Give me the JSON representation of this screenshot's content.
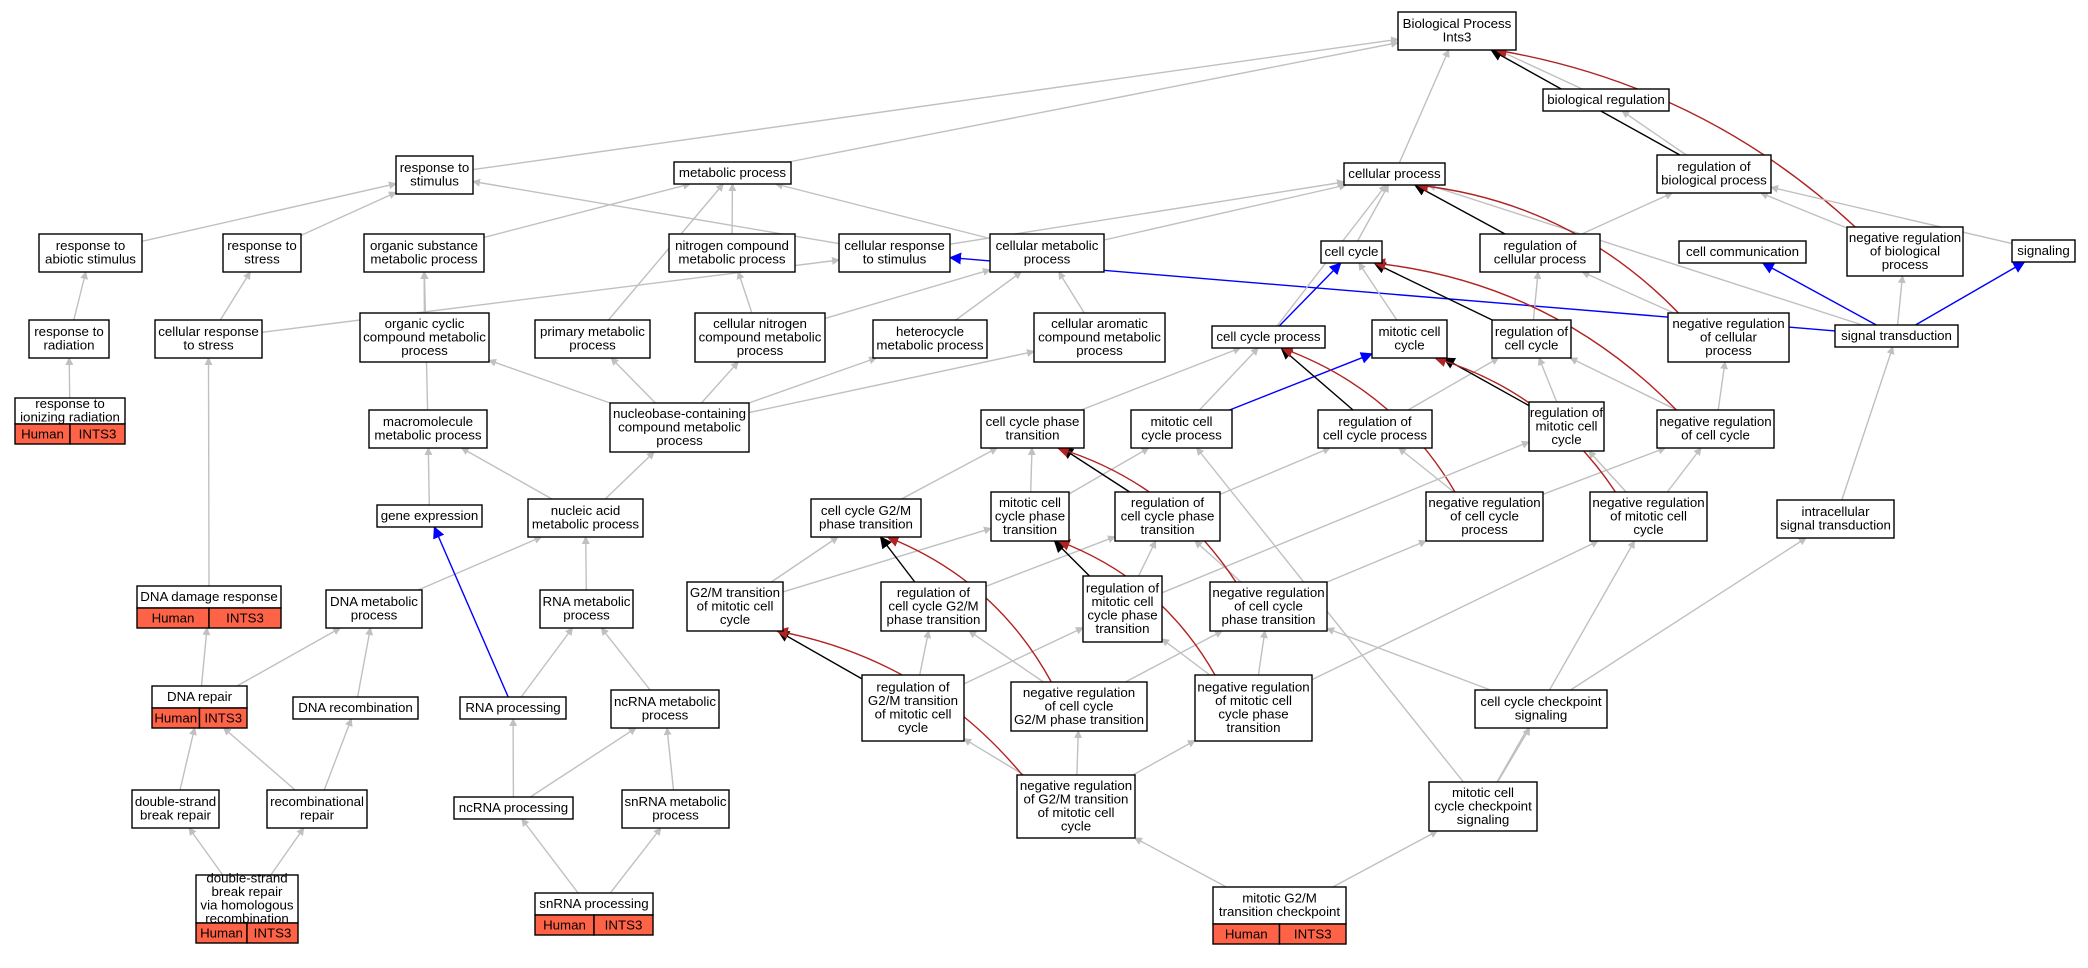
{
  "colors": {
    "is_a": "#c0c0c0",
    "part_of": "#000000",
    "regulates": "#0000ff",
    "negatively_regulates": "#b22222",
    "annotation_tag": "#ff6347"
  },
  "edge_kinds": [
    "is_a",
    "part_of",
    "regulates",
    "negatively_regulates"
  ],
  "nodes": [
    {
      "id": "bp",
      "lines": [
        "Biological Process",
        "Ints3"
      ]
    },
    {
      "id": "biolreg",
      "lines": [
        "biological regulation"
      ]
    },
    {
      "id": "regbio",
      "lines": [
        "regulation of",
        "biological process"
      ]
    },
    {
      "id": "negregbio",
      "lines": [
        "negative regulation",
        "of biological",
        "process"
      ]
    },
    {
      "id": "signaling",
      "lines": [
        "signaling"
      ]
    },
    {
      "id": "cellcomm",
      "lines": [
        "cell communication"
      ]
    },
    {
      "id": "sigtrans",
      "lines": [
        "signal transduction"
      ]
    },
    {
      "id": "intrasig",
      "lines": [
        "intracellular",
        "signal transduction"
      ]
    },
    {
      "id": "cellular",
      "lines": [
        "cellular process"
      ]
    },
    {
      "id": "resp",
      "lines": [
        "response to",
        "stimulus"
      ]
    },
    {
      "id": "metab",
      "lines": [
        "metabolic process"
      ]
    },
    {
      "id": "respabio",
      "lines": [
        "response to",
        "abiotic stimulus"
      ]
    },
    {
      "id": "respstress",
      "lines": [
        "response to",
        "stress"
      ]
    },
    {
      "id": "orgsub",
      "lines": [
        "organic substance",
        "metabolic process"
      ]
    },
    {
      "id": "nitro",
      "lines": [
        "nitrogen compound",
        "metabolic process"
      ]
    },
    {
      "id": "cellresp",
      "lines": [
        "cellular response",
        "to stimulus"
      ]
    },
    {
      "id": "cellmetab",
      "lines": [
        "cellular metabolic",
        "process"
      ]
    },
    {
      "id": "cellcycle",
      "lines": [
        "cell cycle"
      ]
    },
    {
      "id": "regcell",
      "lines": [
        "regulation of",
        "cellular process"
      ]
    },
    {
      "id": "resprad",
      "lines": [
        "response to",
        "radiation"
      ]
    },
    {
      "id": "cellrespstress",
      "lines": [
        "cellular response",
        "to stress"
      ]
    },
    {
      "id": "orgcyc",
      "lines": [
        "organic cyclic",
        "compound metabolic",
        "process"
      ]
    },
    {
      "id": "primary",
      "lines": [
        "primary metabolic",
        "process"
      ]
    },
    {
      "id": "cellnitro",
      "lines": [
        "cellular nitrogen",
        "compound metabolic",
        "process"
      ]
    },
    {
      "id": "hetero",
      "lines": [
        "heterocycle",
        "metabolic process"
      ]
    },
    {
      "id": "cellarom",
      "lines": [
        "cellular aromatic",
        "compound metabolic",
        "process"
      ]
    },
    {
      "id": "ccproc",
      "lines": [
        "cell cycle process"
      ]
    },
    {
      "id": "mitcc",
      "lines": [
        "mitotic cell",
        "cycle"
      ]
    },
    {
      "id": "regcc",
      "lines": [
        "regulation of",
        "cell cycle"
      ]
    },
    {
      "id": "negregcell",
      "lines": [
        "negative regulation",
        "of cellular",
        "process"
      ]
    },
    {
      "id": "respion",
      "lines": [
        "response to",
        "ionizing radiation"
      ],
      "tag": [
        "Human",
        "INTS3"
      ]
    },
    {
      "id": "macro",
      "lines": [
        "macromolecule",
        "metabolic process"
      ]
    },
    {
      "id": "nucbase",
      "lines": [
        "nucleobase-containing",
        "compound metabolic",
        "process"
      ]
    },
    {
      "id": "ccphase",
      "lines": [
        "cell cycle phase",
        "transition"
      ]
    },
    {
      "id": "mitccproc",
      "lines": [
        "mitotic cell",
        "cycle process"
      ]
    },
    {
      "id": "regccproc",
      "lines": [
        "regulation of",
        "cell cycle process"
      ]
    },
    {
      "id": "regmitcc",
      "lines": [
        "regulation of",
        "mitotic cell",
        "cycle"
      ]
    },
    {
      "id": "negregcc",
      "lines": [
        "negative regulation",
        "of cell cycle"
      ]
    },
    {
      "id": "geneexp",
      "lines": [
        "gene expression"
      ]
    },
    {
      "id": "nucacid",
      "lines": [
        "nucleic acid",
        "metabolic process"
      ]
    },
    {
      "id": "ccg2m",
      "lines": [
        "cell cycle G2/M",
        "phase transition"
      ]
    },
    {
      "id": "mitccphase",
      "lines": [
        "mitotic cell",
        "cycle phase",
        "transition"
      ]
    },
    {
      "id": "regccphase",
      "lines": [
        "regulation of",
        "cell cycle phase",
        "transition"
      ]
    },
    {
      "id": "negregccproc",
      "lines": [
        "negative regulation",
        "of cell cycle",
        "process"
      ]
    },
    {
      "id": "negregmitcc",
      "lines": [
        "negative regulation",
        "of mitotic cell",
        "cycle"
      ]
    },
    {
      "id": "dnadamage",
      "lines": [
        "DNA damage response"
      ],
      "tag": [
        "Human",
        "INTS3"
      ]
    },
    {
      "id": "dnametab",
      "lines": [
        "DNA metabolic",
        "process"
      ]
    },
    {
      "id": "rnametab",
      "lines": [
        "RNA metabolic",
        "process"
      ]
    },
    {
      "id": "g2mtrans",
      "lines": [
        "G2/M transition",
        "of mitotic cell",
        "cycle"
      ]
    },
    {
      "id": "regccg2m",
      "lines": [
        "regulation of",
        "cell cycle G2/M",
        "phase transition"
      ]
    },
    {
      "id": "regmitccphase",
      "lines": [
        "regulation of",
        "mitotic cell",
        "cycle phase",
        "transition"
      ]
    },
    {
      "id": "negregccphase",
      "lines": [
        "negative regulation",
        "of cell cycle",
        "phase transition"
      ]
    },
    {
      "id": "dnarepair",
      "lines": [
        "DNA repair"
      ],
      "tag": [
        "Human",
        "INTS3"
      ]
    },
    {
      "id": "dnarecomb",
      "lines": [
        "DNA recombination"
      ]
    },
    {
      "id": "rnaproc",
      "lines": [
        "RNA processing"
      ]
    },
    {
      "id": "ncrnametab",
      "lines": [
        "ncRNA metabolic",
        "process"
      ]
    },
    {
      "id": "regg2mmit",
      "lines": [
        "regulation of",
        "G2/M transition",
        "of mitotic cell",
        "cycle"
      ]
    },
    {
      "id": "negregccg2m",
      "lines": [
        "negative regulation",
        "of cell cycle",
        "G2/M phase transition"
      ]
    },
    {
      "id": "negregmitccphase",
      "lines": [
        "negative regulation",
        "of mitotic cell",
        "cycle phase",
        "transition"
      ]
    },
    {
      "id": "ccchecksig",
      "lines": [
        "cell cycle checkpoint",
        "signaling"
      ]
    },
    {
      "id": "dsbrepair",
      "lines": [
        "double-strand",
        "break repair"
      ]
    },
    {
      "id": "recombrep",
      "lines": [
        "recombinational",
        "repair"
      ]
    },
    {
      "id": "ncrnaproc",
      "lines": [
        "ncRNA processing"
      ]
    },
    {
      "id": "snrnametab",
      "lines": [
        "snRNA metabolic",
        "process"
      ]
    },
    {
      "id": "negregg2mmit",
      "lines": [
        "negative regulation",
        "of G2/M transition",
        "of mitotic cell",
        "cycle"
      ]
    },
    {
      "id": "mitccchecksig",
      "lines": [
        "mitotic cell",
        "cycle checkpoint",
        "signaling"
      ]
    },
    {
      "id": "dsbhomol",
      "lines": [
        "double-strand",
        "break repair",
        "via homologous",
        "recombination"
      ],
      "tag": [
        "Human",
        "INTS3"
      ]
    },
    {
      "id": "snrnaproc",
      "lines": [
        "snRNA processing"
      ],
      "tag": [
        "Human",
        "INTS3"
      ]
    },
    {
      "id": "mitg2mcheck",
      "lines": [
        "mitotic G2/M",
        "transition checkpoint"
      ],
      "tag": [
        "Human",
        "INTS3"
      ]
    }
  ],
  "edges": [
    {
      "from": "biolreg",
      "to": "bp",
      "kind": "is_a"
    },
    {
      "from": "regbio",
      "to": "biolreg",
      "kind": "is_a"
    },
    {
      "from": "regbio",
      "to": "bp",
      "kind": "part_of"
    },
    {
      "from": "negregbio",
      "to": "regbio",
      "kind": "is_a"
    },
    {
      "from": "negregbio",
      "to": "bp",
      "kind": "negatively_regulates"
    },
    {
      "from": "signaling",
      "to": "regbio",
      "kind": "is_a"
    },
    {
      "from": "sigtrans",
      "to": "signaling",
      "kind": "regulates"
    },
    {
      "from": "sigtrans",
      "to": "cellcomm",
      "kind": "regulates"
    },
    {
      "from": "sigtrans",
      "to": "cellresp",
      "kind": "regulates"
    },
    {
      "from": "sigtrans",
      "to": "negregbio",
      "kind": "is_a"
    },
    {
      "from": "sigtrans",
      "to": "cellular",
      "kind": "is_a"
    },
    {
      "from": "intrasig",
      "to": "sigtrans",
      "kind": "is_a"
    },
    {
      "from": "cellular",
      "to": "bp",
      "kind": "is_a"
    },
    {
      "from": "resp",
      "to": "bp",
      "kind": "is_a"
    },
    {
      "from": "metab",
      "to": "bp",
      "kind": "is_a"
    },
    {
      "from": "respabio",
      "to": "resp",
      "kind": "is_a"
    },
    {
      "from": "respstress",
      "to": "resp",
      "kind": "is_a"
    },
    {
      "from": "orgsub",
      "to": "metab",
      "kind": "is_a"
    },
    {
      "from": "nitro",
      "to": "metab",
      "kind": "is_a"
    },
    {
      "from": "cellresp",
      "to": "resp",
      "kind": "is_a"
    },
    {
      "from": "cellresp",
      "to": "cellular",
      "kind": "is_a"
    },
    {
      "from": "cellmetab",
      "to": "metab",
      "kind": "is_a"
    },
    {
      "from": "cellmetab",
      "to": "cellular",
      "kind": "is_a"
    },
    {
      "from": "cellcycle",
      "to": "cellular",
      "kind": "is_a"
    },
    {
      "from": "regcell",
      "to": "cellular",
      "kind": "part_of"
    },
    {
      "from": "regcell",
      "to": "regbio",
      "kind": "is_a"
    },
    {
      "from": "resprad",
      "to": "respabio",
      "kind": "is_a"
    },
    {
      "from": "cellrespstress",
      "to": "respstress",
      "kind": "is_a"
    },
    {
      "from": "cellrespstress",
      "to": "cellresp",
      "kind": "is_a"
    },
    {
      "from": "orgcyc",
      "to": "orgsub",
      "kind": "is_a"
    },
    {
      "from": "primary",
      "to": "metab",
      "kind": "is_a"
    },
    {
      "from": "cellnitro",
      "to": "nitro",
      "kind": "is_a"
    },
    {
      "from": "cellnitro",
      "to": "cellmetab",
      "kind": "is_a"
    },
    {
      "from": "hetero",
      "to": "cellmetab",
      "kind": "is_a"
    },
    {
      "from": "cellarom",
      "to": "cellmetab",
      "kind": "is_a"
    },
    {
      "from": "ccproc",
      "to": "cellcycle",
      "kind": "regulates"
    },
    {
      "from": "ccproc",
      "to": "cellular",
      "kind": "is_a"
    },
    {
      "from": "mitcc",
      "to": "cellcycle",
      "kind": "is_a"
    },
    {
      "from": "regcc",
      "to": "cellcycle",
      "kind": "part_of"
    },
    {
      "from": "regcc",
      "to": "regcell",
      "kind": "is_a"
    },
    {
      "from": "negregcell",
      "to": "regcell",
      "kind": "is_a"
    },
    {
      "from": "negregcell",
      "to": "cellular",
      "kind": "negatively_regulates"
    },
    {
      "from": "respion",
      "to": "resprad",
      "kind": "is_a"
    },
    {
      "from": "macro",
      "to": "orgsub",
      "kind": "is_a"
    },
    {
      "from": "nucbase",
      "to": "orgcyc",
      "kind": "is_a"
    },
    {
      "from": "nucbase",
      "to": "primary",
      "kind": "is_a"
    },
    {
      "from": "nucbase",
      "to": "cellnitro",
      "kind": "is_a"
    },
    {
      "from": "nucbase",
      "to": "hetero",
      "kind": "is_a"
    },
    {
      "from": "nucbase",
      "to": "cellarom",
      "kind": "is_a"
    },
    {
      "from": "ccphase",
      "to": "ccproc",
      "kind": "is_a"
    },
    {
      "from": "mitccproc",
      "to": "ccproc",
      "kind": "is_a"
    },
    {
      "from": "mitccproc",
      "to": "mitcc",
      "kind": "regulates"
    },
    {
      "from": "regccproc",
      "to": "ccproc",
      "kind": "part_of"
    },
    {
      "from": "regccproc",
      "to": "regcc",
      "kind": "is_a"
    },
    {
      "from": "regmitcc",
      "to": "mitcc",
      "kind": "part_of"
    },
    {
      "from": "regmitcc",
      "to": "regcc",
      "kind": "is_a"
    },
    {
      "from": "negregcc",
      "to": "regcc",
      "kind": "is_a"
    },
    {
      "from": "negregcc",
      "to": "negregcell",
      "kind": "is_a"
    },
    {
      "from": "negregcc",
      "to": "cellcycle",
      "kind": "negatively_regulates"
    },
    {
      "from": "geneexp",
      "to": "macro",
      "kind": "is_a"
    },
    {
      "from": "nucacid",
      "to": "macro",
      "kind": "is_a"
    },
    {
      "from": "nucacid",
      "to": "nucbase",
      "kind": "is_a"
    },
    {
      "from": "ccg2m",
      "to": "ccphase",
      "kind": "is_a"
    },
    {
      "from": "mitccphase",
      "to": "ccphase",
      "kind": "is_a"
    },
    {
      "from": "mitccphase",
      "to": "mitccproc",
      "kind": "is_a"
    },
    {
      "from": "regccphase",
      "to": "ccphase",
      "kind": "part_of"
    },
    {
      "from": "regccphase",
      "to": "regccproc",
      "kind": "is_a"
    },
    {
      "from": "negregccproc",
      "to": "regccproc",
      "kind": "is_a"
    },
    {
      "from": "negregccproc",
      "to": "ccproc",
      "kind": "negatively_regulates"
    },
    {
      "from": "negregccproc",
      "to": "negregcc",
      "kind": "is_a"
    },
    {
      "from": "negregmitcc",
      "to": "regmitcc",
      "kind": "is_a"
    },
    {
      "from": "negregmitcc",
      "to": "negregcc",
      "kind": "is_a"
    },
    {
      "from": "negregmitcc",
      "to": "mitcc",
      "kind": "negatively_regulates"
    },
    {
      "from": "dnadamage",
      "to": "cellrespstress",
      "kind": "is_a"
    },
    {
      "from": "dnametab",
      "to": "nucacid",
      "kind": "is_a"
    },
    {
      "from": "rnametab",
      "to": "nucacid",
      "kind": "is_a"
    },
    {
      "from": "g2mtrans",
      "to": "ccg2m",
      "kind": "is_a"
    },
    {
      "from": "g2mtrans",
      "to": "mitccphase",
      "kind": "is_a"
    },
    {
      "from": "regccg2m",
      "to": "ccg2m",
      "kind": "part_of"
    },
    {
      "from": "regccg2m",
      "to": "regccphase",
      "kind": "is_a"
    },
    {
      "from": "regmitccphase",
      "to": "mitccphase",
      "kind": "part_of"
    },
    {
      "from": "regmitccphase",
      "to": "regccphase",
      "kind": "is_a"
    },
    {
      "from": "regmitccphase",
      "to": "regmitcc",
      "kind": "is_a"
    },
    {
      "from": "negregccphase",
      "to": "regccphase",
      "kind": "is_a"
    },
    {
      "from": "negregccphase",
      "to": "negregccproc",
      "kind": "is_a"
    },
    {
      "from": "negregccphase",
      "to": "ccphase",
      "kind": "negatively_regulates"
    },
    {
      "from": "dnarepair",
      "to": "dnadamage",
      "kind": "is_a"
    },
    {
      "from": "dnarepair",
      "to": "dnametab",
      "kind": "is_a"
    },
    {
      "from": "dnarecomb",
      "to": "dnametab",
      "kind": "is_a"
    },
    {
      "from": "rnaproc",
      "to": "rnametab",
      "kind": "is_a"
    },
    {
      "from": "rnaproc",
      "to": "geneexp",
      "kind": "regulates"
    },
    {
      "from": "ncrnametab",
      "to": "rnametab",
      "kind": "is_a"
    },
    {
      "from": "regg2mmit",
      "to": "g2mtrans",
      "kind": "part_of"
    },
    {
      "from": "regg2mmit",
      "to": "regccg2m",
      "kind": "is_a"
    },
    {
      "from": "regg2mmit",
      "to": "regmitccphase",
      "kind": "is_a"
    },
    {
      "from": "negregccg2m",
      "to": "regccg2m",
      "kind": "is_a"
    },
    {
      "from": "negregccg2m",
      "to": "negregccphase",
      "kind": "is_a"
    },
    {
      "from": "negregccg2m",
      "to": "ccg2m",
      "kind": "negatively_regulates"
    },
    {
      "from": "negregmitccphase",
      "to": "regmitccphase",
      "kind": "is_a"
    },
    {
      "from": "negregmitccphase",
      "to": "negregccphase",
      "kind": "is_a"
    },
    {
      "from": "negregmitccphase",
      "to": "negregmitcc",
      "kind": "is_a"
    },
    {
      "from": "negregmitccphase",
      "to": "mitccphase",
      "kind": "negatively_regulates"
    },
    {
      "from": "ccchecksig",
      "to": "intrasig",
      "kind": "is_a"
    },
    {
      "from": "ccchecksig",
      "to": "negregccphase",
      "kind": "is_a"
    },
    {
      "from": "dsbrepair",
      "to": "dnarepair",
      "kind": "is_a"
    },
    {
      "from": "recombrep",
      "to": "dnarepair",
      "kind": "is_a"
    },
    {
      "from": "recombrep",
      "to": "dnarecomb",
      "kind": "is_a"
    },
    {
      "from": "ncrnaproc",
      "to": "rnaproc",
      "kind": "is_a"
    },
    {
      "from": "ncrnaproc",
      "to": "ncrnametab",
      "kind": "is_a"
    },
    {
      "from": "snrnametab",
      "to": "ncrnametab",
      "kind": "is_a"
    },
    {
      "from": "negregg2mmit",
      "to": "regg2mmit",
      "kind": "is_a"
    },
    {
      "from": "negregg2mmit",
      "to": "negregccg2m",
      "kind": "is_a"
    },
    {
      "from": "negregg2mmit",
      "to": "negregmitccphase",
      "kind": "is_a"
    },
    {
      "from": "negregg2mmit",
      "to": "g2mtrans",
      "kind": "negatively_regulates"
    },
    {
      "from": "mitccchecksig",
      "to": "ccchecksig",
      "kind": "is_a"
    },
    {
      "from": "mitccchecksig",
      "to": "negregmitcc",
      "kind": "is_a"
    },
    {
      "from": "mitccchecksig",
      "to": "mitccproc",
      "kind": "is_a"
    },
    {
      "from": "dsbhomol",
      "to": "dsbrepair",
      "kind": "is_a"
    },
    {
      "from": "dsbhomol",
      "to": "recombrep",
      "kind": "is_a"
    },
    {
      "from": "snrnaproc",
      "to": "ncrnaproc",
      "kind": "is_a"
    },
    {
      "from": "snrnaproc",
      "to": "snrnametab",
      "kind": "is_a"
    },
    {
      "from": "mitg2mcheck",
      "to": "negregg2mmit",
      "kind": "is_a"
    },
    {
      "from": "mitg2mcheck",
      "to": "mitccchecksig",
      "kind": "is_a"
    }
  ]
}
